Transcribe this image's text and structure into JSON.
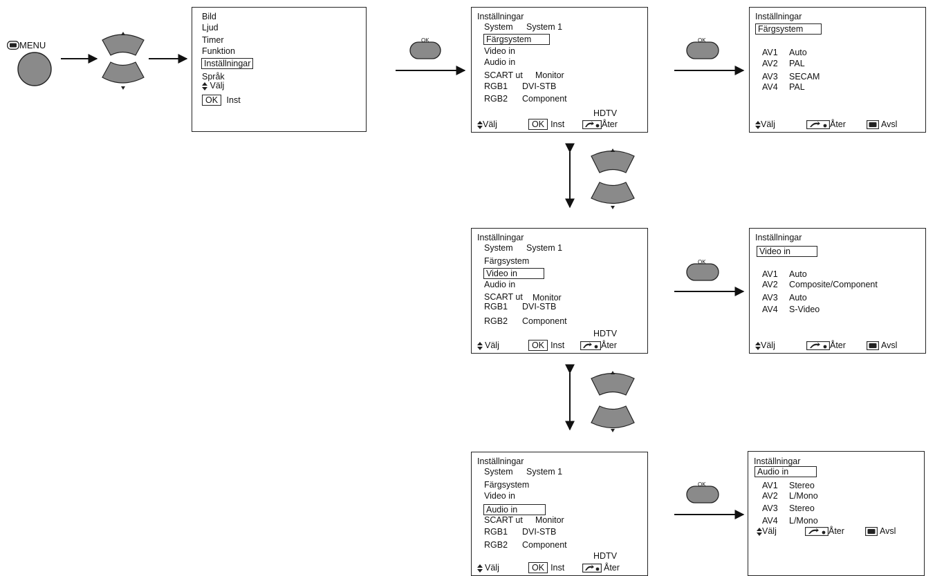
{
  "remote": {
    "menu_label": "MENU",
    "ok_label": "OK"
  },
  "main_menu": {
    "items": [
      "Bild",
      "Ljud",
      "Timer",
      "Funktion",
      "Inställningar",
      "Språk"
    ],
    "selected": "Inställningar",
    "nav_select": "Välj",
    "ok_label": "OK",
    "nav_ok": "Inst"
  },
  "settings": {
    "title": "Inställningar",
    "system_label": "System",
    "system_value": "System 1",
    "color_system": "Färgsystem",
    "video_in": "Video in",
    "audio_in": "Audio in",
    "scart_label": "SCART ut",
    "scart_value": "Monitor",
    "rgb1_label": "RGB1",
    "rgb1_value": "DVI-STB",
    "rgb2_label": "RGB2",
    "rgb2_value": "Component",
    "hdtv": "HDTV",
    "nav_select": "Välj",
    "ok_label": "OK",
    "nav_ok": "Inst",
    "nav_back": "Åter"
  },
  "sub_color": {
    "title": "Inställningar",
    "header": "Färgsystem",
    "rows": [
      [
        "AV1",
        "Auto"
      ],
      [
        "AV2",
        "PAL"
      ],
      [
        "AV3",
        "SECAM"
      ],
      [
        "AV4",
        "PAL"
      ]
    ],
    "nav_select": "Välj",
    "nav_back": "Åter",
    "nav_exit": "Avsl"
  },
  "sub_video": {
    "title": "Inställningar",
    "header": "Video in",
    "rows": [
      [
        "AV1",
        "Auto"
      ],
      [
        "AV2",
        "Composite/Component"
      ],
      [
        "AV3",
        "Auto"
      ],
      [
        "AV4",
        "S-Video"
      ]
    ],
    "nav_select": "Välj",
    "nav_back": "Åter",
    "nav_exit": "Avsl"
  },
  "sub_audio": {
    "title": "Inställningar",
    "header": "Audio in",
    "rows": [
      [
        "AV1",
        "Stereo"
      ],
      [
        "AV2",
        "L/Mono"
      ],
      [
        "AV3",
        "Stereo"
      ],
      [
        "AV4",
        "L/Mono"
      ]
    ],
    "nav_select": "Välj",
    "nav_back": "Åter",
    "nav_exit": "Avsl"
  }
}
